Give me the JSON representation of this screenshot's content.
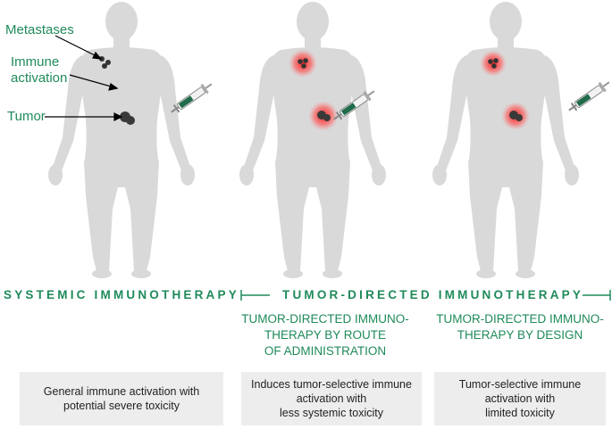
{
  "labels": {
    "metastases": "Metastases",
    "immune_activation": "Immune activation",
    "tumor": "Tumor"
  },
  "headers": {
    "systemic": "SYSTEMIC IMMUNOTHERAPY",
    "tumor_directed": "TUMOR-DIRECTED IMMUNOTHERAPY"
  },
  "subheaders": {
    "route_line1": "TUMOR-DIRECTED IMMUNO-",
    "route_line2": "THERAPY BY ROUTE",
    "route_line3": "OF ADMINISTRATION",
    "design_line1": "TUMOR-DIRECTED IMMUNO-",
    "design_line2": "THERAPY BY DESIGN"
  },
  "boxes": {
    "systemic_line1": "General immune activation with",
    "systemic_line2": "potential severe toxicity",
    "route_line1": "Induces tumor-selective immune",
    "route_line2": "activation with",
    "route_line3": "less systemic toxicity",
    "design_line1": "Tumor-selective immune",
    "design_line2": "activation with",
    "design_line3": "limited toxicity"
  },
  "colors": {
    "accent": "#1f8a5a",
    "body": "#d9d9d9",
    "glow": "#ff2a2a",
    "box_bg": "#ededed"
  }
}
